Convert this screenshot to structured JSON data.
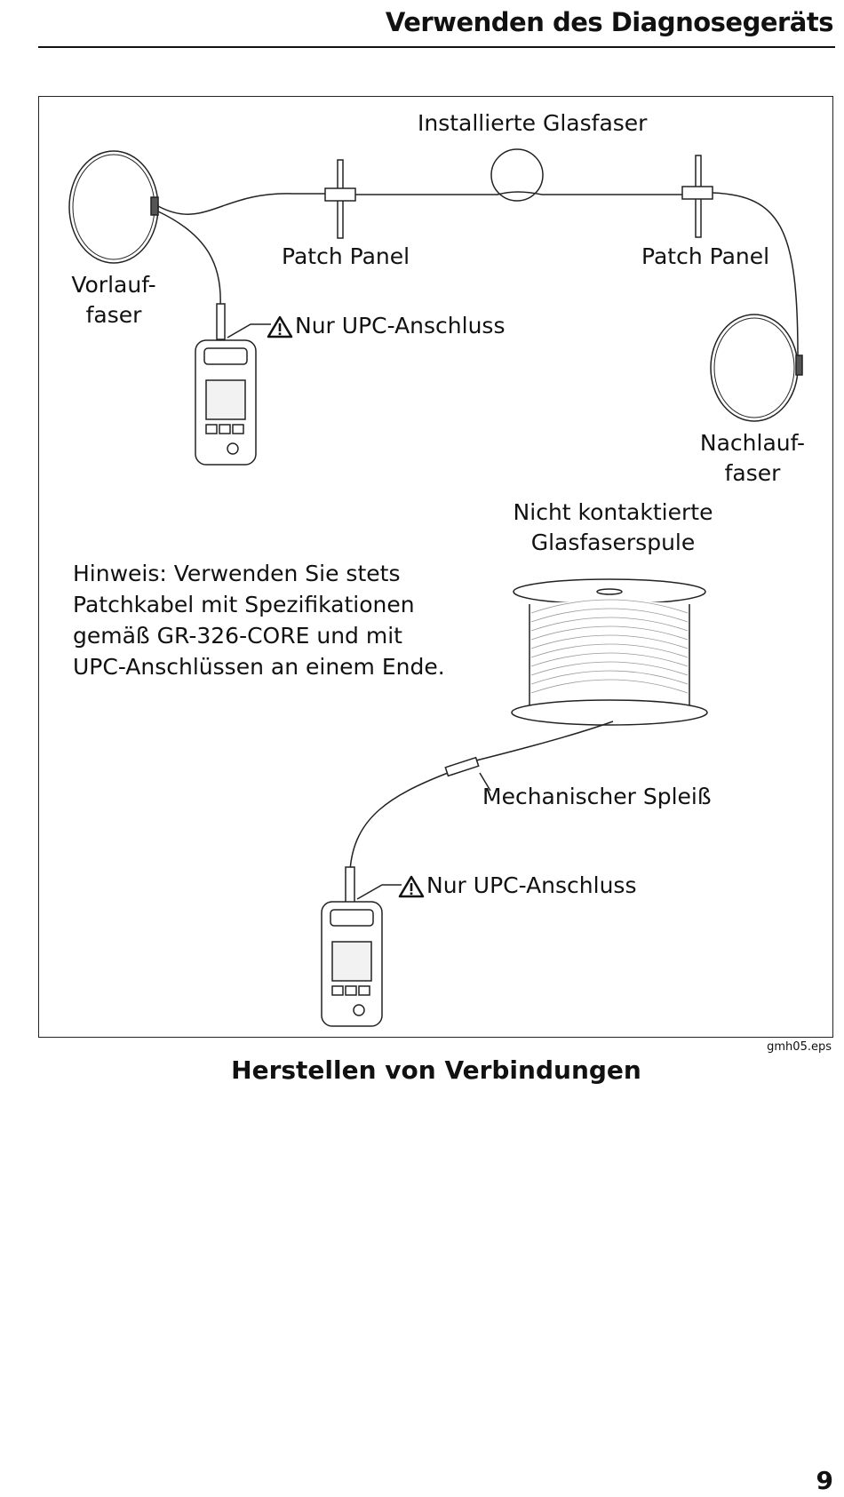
{
  "header": {
    "title": "Verwenden des Diagnosegeräts"
  },
  "figure": {
    "installed_fiber": "Installierte Glasfaser",
    "patch_panel_left": "Patch Panel",
    "patch_panel_right": "Patch Panel",
    "launch_fiber_line1": "Vorlauf-",
    "launch_fiber_line2": "faser",
    "upc_only_top": "Nur UPC-Anschluss",
    "tail_fiber_line1": "Nachlauf-",
    "tail_fiber_line2": "faser",
    "spool_line1": "Nicht kontaktierte",
    "spool_line2": "Glasfaserspule",
    "mechanical_splice": "Mechanischer Spleiß",
    "upc_only_bottom": "Nur UPC-Anschluss",
    "note_lines": [
      "Hinweis: Verwenden Sie stets",
      "Patchkabel mit Spezifikationen",
      "gemäß GR-326-CORE und mit",
      "UPC-Anschlüssen an einem Ende."
    ],
    "file_id": "gmh05.eps"
  },
  "caption": "Herstellen von Verbindungen",
  "page_number": "9"
}
